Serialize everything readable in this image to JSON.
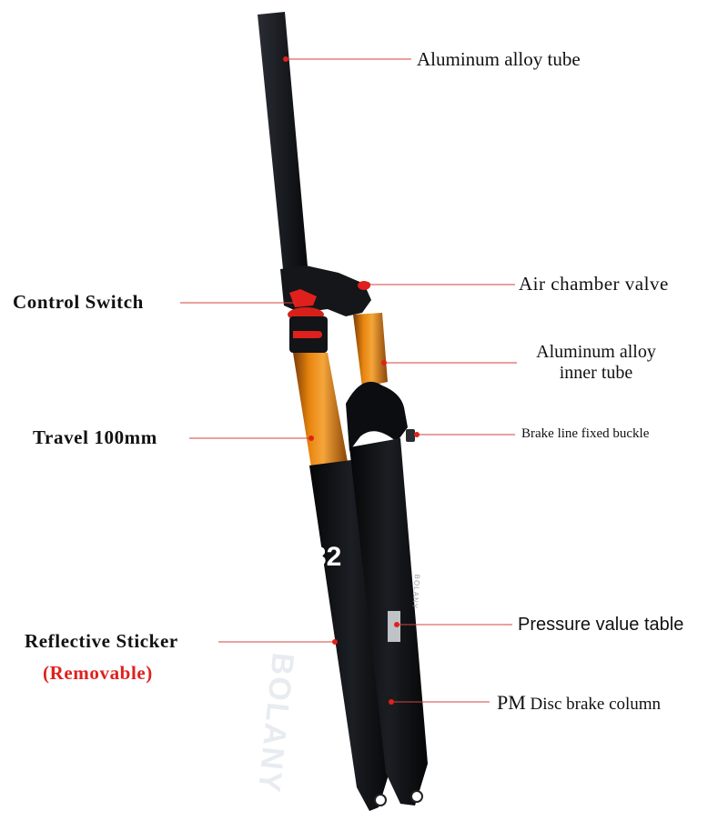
{
  "callouts": {
    "aluminum_tube": "Aluminum alloy tube",
    "control_switch": "Control Switch",
    "air_valve": "Air chamber valve",
    "inner_tube_line1": "Aluminum alloy",
    "inner_tube_line2": "inner tube",
    "travel": "Travel 100mm",
    "brake_buckle": "Brake line fixed buckle",
    "reflective": "Reflective Sticker",
    "removable": "(Removable)",
    "pressure_table": "Pressure value table",
    "pm_prefix": "PM",
    "pm_rest": " Disc brake column"
  },
  "fork_decals": {
    "size_number": "32",
    "brand": "BOLANY",
    "inner_text": "BOLANY"
  },
  "colors": {
    "leader": "#d0463c",
    "accent_red": "#e0201c",
    "stanchion_orange": "#e07a10",
    "fork_black": "#101216"
  }
}
